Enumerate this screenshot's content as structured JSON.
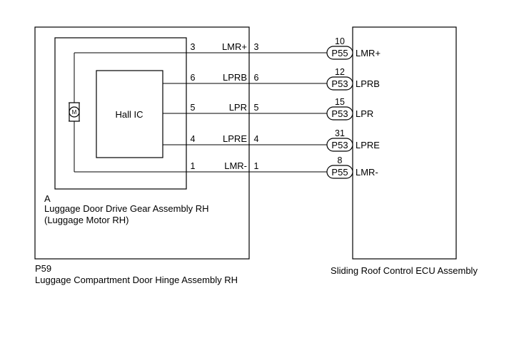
{
  "motor_symbol": "M",
  "hall_ic": {
    "label": "Hall IC"
  },
  "inner_assembly": {
    "code": "A",
    "name_line1": "Luggage Door Drive Gear Assembly RH",
    "name_line2": "(Luggage Motor RH)"
  },
  "outer_assembly": {
    "code": "P59",
    "name": "Luggage Compartment Door Hinge Assembly RH"
  },
  "ecu": {
    "name": "Sliding Roof Control ECU Assembly"
  },
  "wires": [
    {
      "inner_pin": "3",
      "signal": "LMR+",
      "outer_pin": "3",
      "ecu_pin": "10",
      "connector": "P55",
      "ecu_signal": "LMR+"
    },
    {
      "inner_pin": "6",
      "signal": "LPRB",
      "outer_pin": "6",
      "ecu_pin": "12",
      "connector": "P53",
      "ecu_signal": "LPRB"
    },
    {
      "inner_pin": "5",
      "signal": "LPR",
      "outer_pin": "5",
      "ecu_pin": "15",
      "connector": "P53",
      "ecu_signal": "LPR"
    },
    {
      "inner_pin": "4",
      "signal": "LPRE",
      "outer_pin": "4",
      "ecu_pin": "31",
      "connector": "P53",
      "ecu_signal": "LPRE"
    },
    {
      "inner_pin": "1",
      "signal": "LMR-",
      "outer_pin": "1",
      "ecu_pin": "8",
      "connector": "P55",
      "ecu_signal": "LMR-"
    }
  ]
}
